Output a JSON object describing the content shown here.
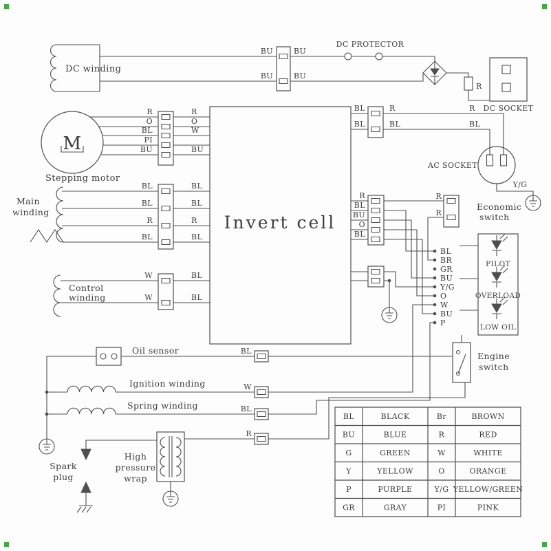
{
  "diagram": {
    "components": {
      "dc_winding": "DC winding",
      "dc_protector": "DC PROTECTOR",
      "dc_socket": "DC SOCKET",
      "stepping_motor": "Stepping motor",
      "motor_letter": "M",
      "invert_cell": "Invert cell",
      "ac_socket": "AC SOCKET",
      "economic_switch_line1": "Economic",
      "economic_switch_line2": "switch",
      "ground_yg": "Y/G",
      "main_winding_line1": "Main",
      "main_winding_line2": "winding",
      "control_winding_line1": "Control",
      "control_winding_line2": "winding",
      "pilot": "PILOT",
      "overload": "OVERLOAD",
      "low_oil": "LOW OIL",
      "engine_switch_line1": "Engine",
      "engine_switch_line2": "switch",
      "oil_sensor": "Oil sensor",
      "ignition_winding": "Ignition winding",
      "spring_winding": "Spring winding",
      "spark_plug_line1": "Spark",
      "spark_plug_line2": "plug",
      "hp_wrap_line1": "High",
      "hp_wrap_line2": "pressure",
      "hp_wrap_line3": "wrap",
      "resistor": "R"
    },
    "wire_labels": {
      "dc_top_left": "BU",
      "dc_top_right": "BU",
      "dc_bottom_left": "BU",
      "dc_bottom_right": "BU",
      "motor_left": [
        "R",
        "O",
        "BL",
        "PI",
        "BU"
      ],
      "motor_right": [
        "R",
        "O",
        "W",
        "BU"
      ],
      "main_left": [
        "BL",
        "BL",
        "R",
        "BL"
      ],
      "main_right": [
        "BL",
        "BL",
        "R",
        "BL"
      ],
      "control_left": [
        "W",
        "W"
      ],
      "control_right": [
        "BL",
        "BL"
      ],
      "ac_left": [
        "BL",
        "BL"
      ],
      "ac_mid": [
        "R",
        "BL"
      ],
      "ac_far": [
        "R",
        "BL"
      ],
      "economic": [
        "R",
        "R"
      ],
      "mid_left": [
        "R",
        "BL",
        "BU",
        "O",
        "BL"
      ],
      "terminals": [
        "BL",
        "BR",
        "GR",
        "BU",
        "Y/G",
        "O",
        "W",
        "BU",
        "P"
      ],
      "oil": "BL",
      "ignition": "W",
      "spring": "BL",
      "high_pressure": "R"
    },
    "legend": {
      "rows": [
        [
          "BL",
          "BLACK",
          "Br",
          "BROWN"
        ],
        [
          "BU",
          "BLUE",
          "R",
          "RED"
        ],
        [
          "G",
          "GREEN",
          "W",
          "WHITE"
        ],
        [
          "Y",
          "YELLOW",
          "O",
          "ORANGE"
        ],
        [
          "P",
          "PURPLE",
          "Y/G",
          "YELLOW/GREEN"
        ],
        [
          "GR",
          "GRAY",
          "PI",
          "PINK"
        ]
      ]
    },
    "colors": {
      "line": "#4e4e4e",
      "marker": "#44a944",
      "background": "#fdfdfd"
    }
  }
}
